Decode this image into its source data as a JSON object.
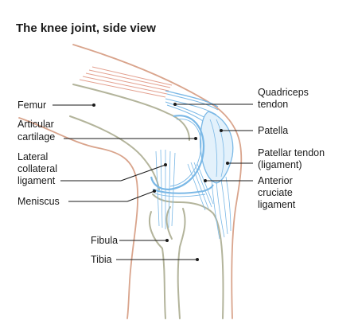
{
  "title": "The knee joint, side view",
  "labels": {
    "femur": "Femur",
    "articular_1": "Articular",
    "articular_2": "cartilage",
    "lateral_1": "Lateral",
    "lateral_2": "collateral",
    "lateral_3": "ligament",
    "meniscus": "Meniscus",
    "fibula": "Fibula",
    "tibia": "Tibia",
    "quadriceps_1": "Quadriceps",
    "quadriceps_2": "tendon",
    "patella": "Patella",
    "patellar_1": "Patellar tendon",
    "patellar_2": "(ligament)",
    "anterior_1": "Anterior",
    "anterior_2": "cruciate",
    "anterior_3": "ligament"
  },
  "colors": {
    "skin": "#d9a48c",
    "bone": "#b3b49b",
    "ligament": "#7ab8e6",
    "ligament_fill": "#e3f1fb",
    "muscle": "#e3a08f",
    "text": "#1a1a1a"
  }
}
